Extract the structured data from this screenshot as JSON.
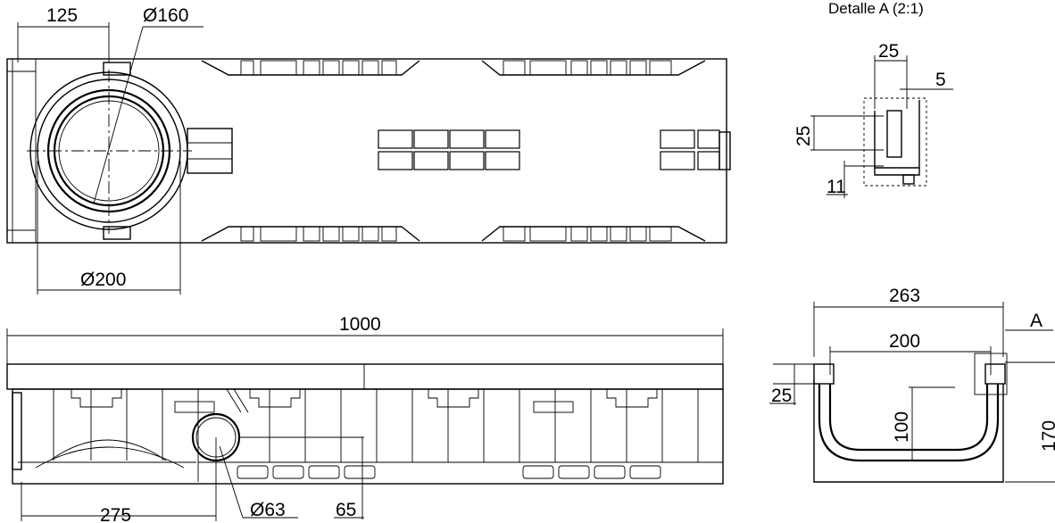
{
  "detail_title": "Detalle A (2:1)",
  "top_view": {
    "dims": {
      "offset": "125",
      "pipe_diameter": "Ø160",
      "socket_diameter": "Ø200"
    }
  },
  "side_view": {
    "dims": {
      "length": "1000",
      "outlet_position": "275",
      "outlet_diameter": "Ø63",
      "outlet_height": "65"
    }
  },
  "detail_a": {
    "dims": {
      "width": "25",
      "lip": "5",
      "height": "25",
      "base": "11"
    }
  },
  "cross_section": {
    "dims": {
      "outer_width": "263",
      "inner_width": "200",
      "rim": "25",
      "depth": "100",
      "total_height": "170",
      "detail_label": "A"
    }
  }
}
